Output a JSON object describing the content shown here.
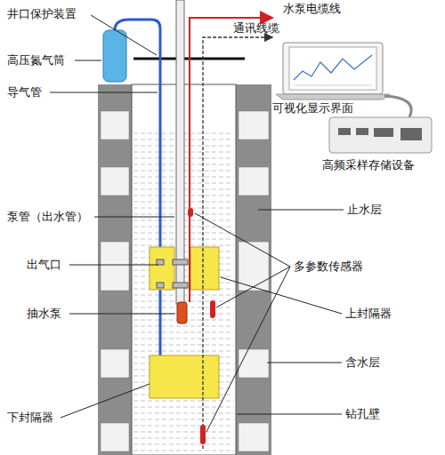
{
  "diagram": {
    "labels": [
      "井口保护装置",
      "水泵电缆线",
      "通讯线缆",
      "高压氮气筒",
      "导气管",
      "可视化显示界面",
      "高频采样存储设备",
      "泵管（出水管）",
      "止水层",
      "出气口",
      "多参数传感器",
      "抽水泵",
      "上封隔器",
      "含水层",
      "下封隔器",
      "钻孔壁"
    ]
  }
}
